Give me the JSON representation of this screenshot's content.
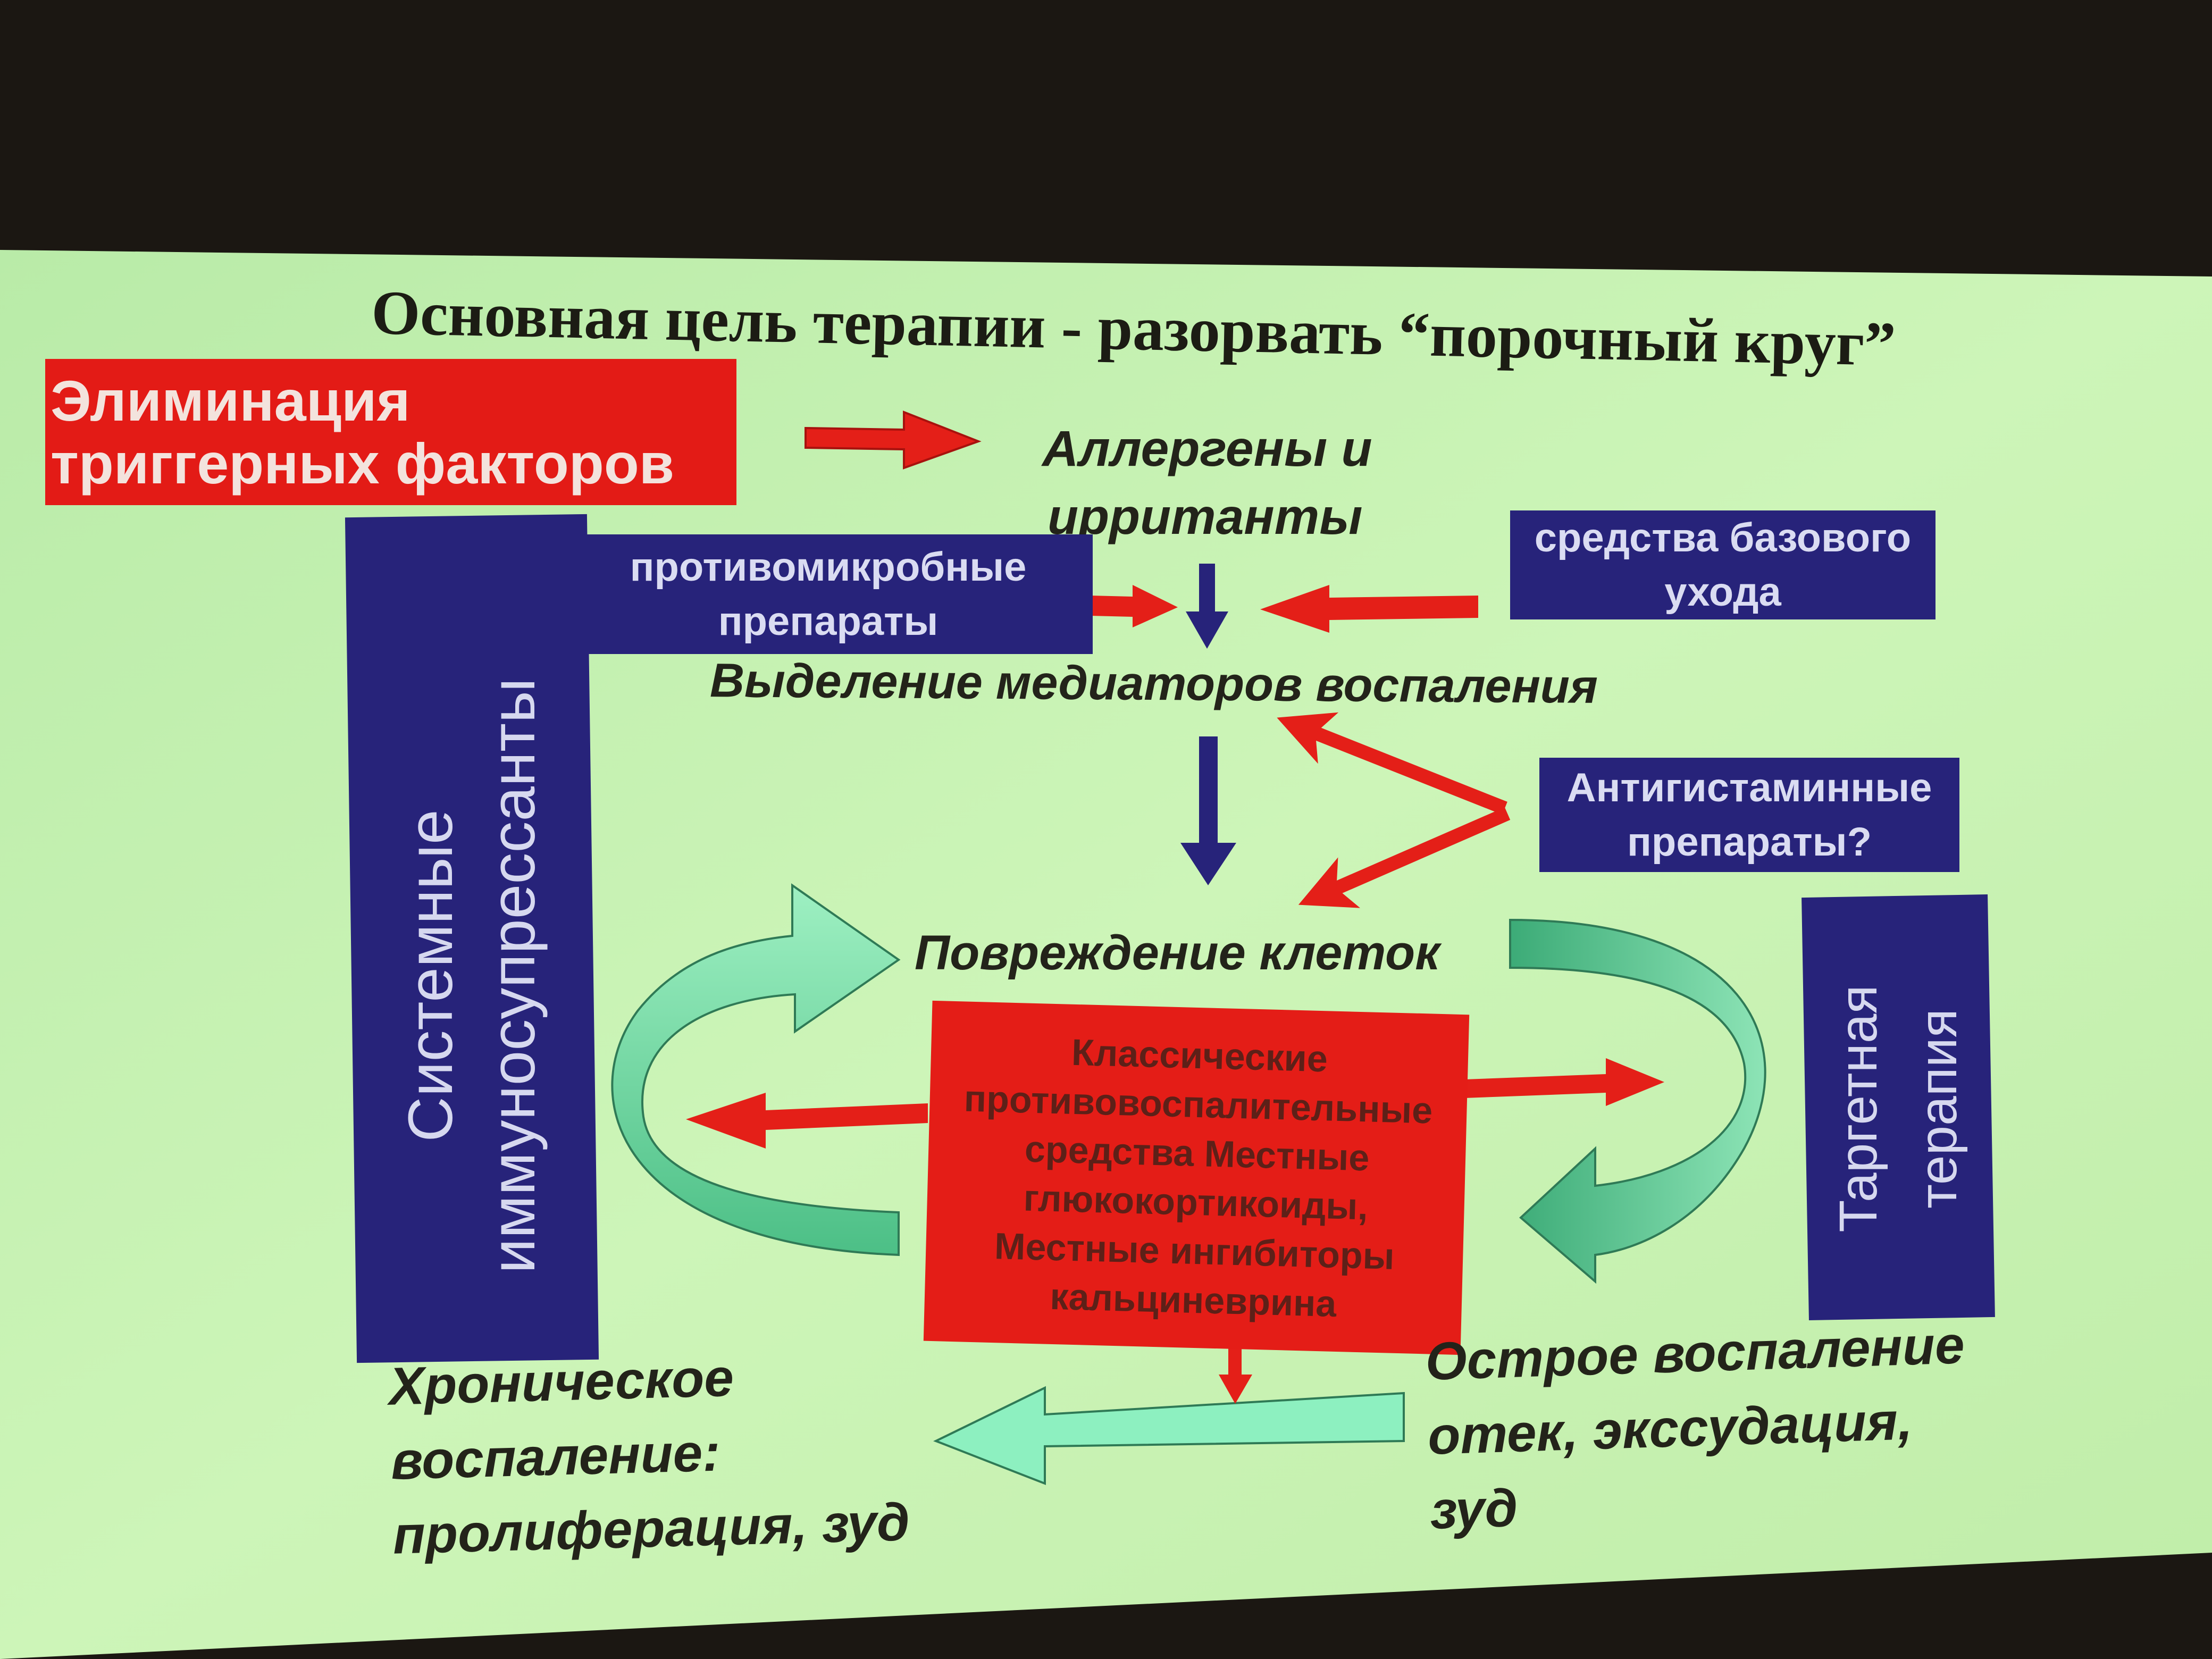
{
  "slide": {
    "title": "Основная цель терапии - разорвать “порочный круг”",
    "elimination": [
      "Элиминация",
      "триггерных факторов"
    ],
    "allergens": [
      "Аллергены и",
      "ирританты"
    ],
    "antimicrobial": [
      "противомикробные",
      "препараты"
    ],
    "basic_care": [
      "средства базового",
      "ухода"
    ],
    "mediators": "Выделение медиаторов воспаления",
    "antihistamines": [
      "Антигистаминные",
      "препараты?"
    ],
    "cell_damage": "Повреждение клеток",
    "systemic": [
      "Системные",
      "иммуносупрессанты"
    ],
    "targeted": [
      "Таргетная",
      "терапия"
    ],
    "classic": [
      "Классические",
      "противовоспалительные",
      "средства Местные",
      "глюкокортикоиды,",
      "Местные ингибиторы",
      "кальциневрина"
    ],
    "chronic": [
      "Хроническое",
      "воспаление:",
      "пролиферация, зуд"
    ],
    "acute": [
      "Острое воспаление",
      "отек, экссудация,",
      "зуд"
    ]
  },
  "colors": {
    "slide_background": "#c7f1ae",
    "room": "#1b1712",
    "red": "#e31b16",
    "navy": "#27237a",
    "mint_arrow": "#86e6b4",
    "text": "#23231a"
  }
}
